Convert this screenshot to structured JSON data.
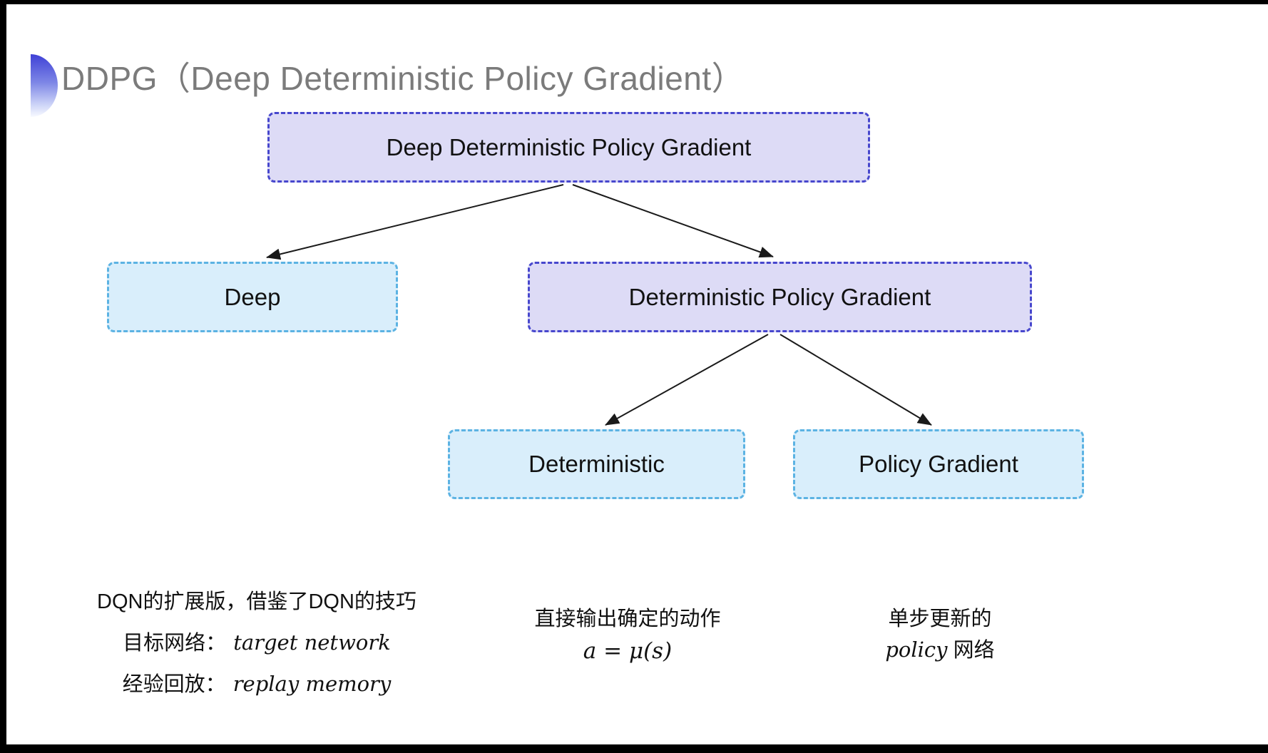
{
  "title": {
    "text": "DDPG（Deep Deterministic Policy Gradient）"
  },
  "tree": {
    "root": {
      "label": "Deep Deterministic Policy Gradient",
      "style": "purple"
    },
    "level2": [
      {
        "label": "Deep",
        "style": "cyan"
      },
      {
        "label": "Deterministic Policy Gradient",
        "style": "purple"
      }
    ],
    "level3": [
      {
        "label": "Deterministic",
        "style": "cyan"
      },
      {
        "label": "Policy Gradient",
        "style": "cyan"
      }
    ]
  },
  "notes": {
    "deep": {
      "line1": "DQN的扩展版，借鉴了DQN的技巧",
      "line2_label": "目标网络：",
      "line2_value": "target network",
      "line3_label": "经验回放：",
      "line3_value": "replay memory"
    },
    "deterministic": {
      "line1": "直接输出确定的动作",
      "formula": "a = μ(s)"
    },
    "policy_gradient": {
      "line1": "单步更新的",
      "line2_italic": "policy",
      "line2_rest": " 网络"
    }
  },
  "colors": {
    "purple_fill": "#dddbf6",
    "purple_border": "#4747cd",
    "cyan_fill": "#d9eefb",
    "cyan_border": "#5cb3e3",
    "title_gray": "#7b7b7b",
    "arrow": "#1a1a1a",
    "bullet_gradient_top": "#3f41d6"
  }
}
